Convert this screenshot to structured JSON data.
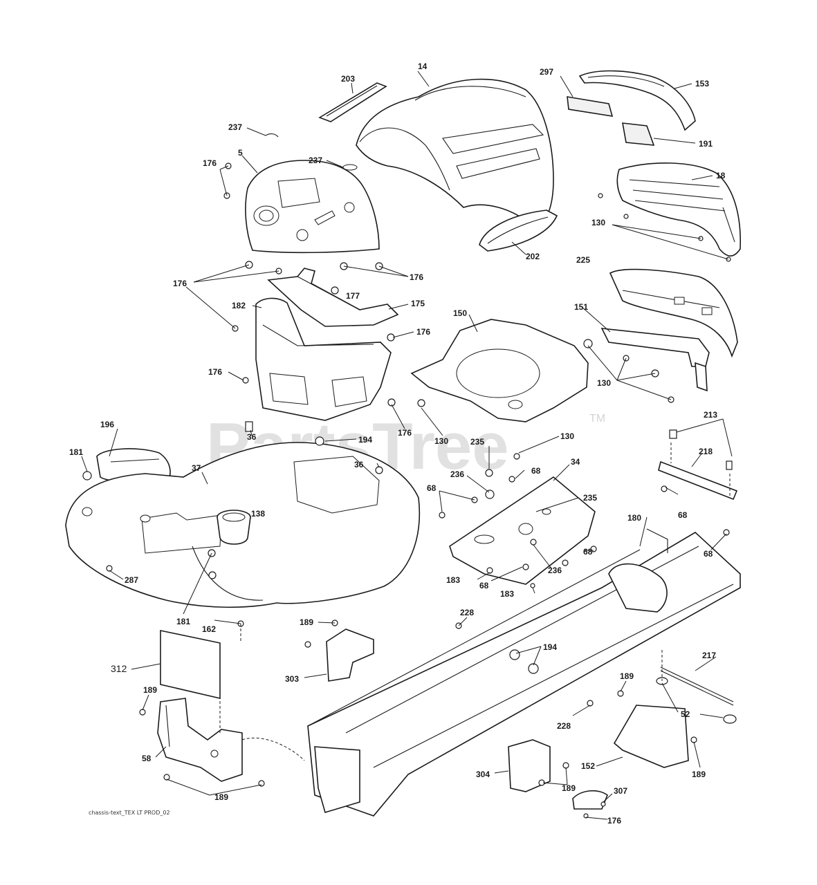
{
  "watermark": {
    "text": "PartsTree",
    "tm": "TM"
  },
  "footer_code": "chassis-text_TEX LT PROD_02",
  "callouts": [
    {
      "id": "c14",
      "text": "14"
    },
    {
      "id": "c203",
      "text": "203"
    },
    {
      "id": "c297",
      "text": "297"
    },
    {
      "id": "c153",
      "text": "153"
    },
    {
      "id": "c237a",
      "text": "237"
    },
    {
      "id": "c191",
      "text": "191"
    },
    {
      "id": "c5",
      "text": "5"
    },
    {
      "id": "c237b",
      "text": "237"
    },
    {
      "id": "c176a",
      "text": "176"
    },
    {
      "id": "c18",
      "text": "18"
    },
    {
      "id": "c130a",
      "text": "130"
    },
    {
      "id": "c202",
      "text": "202"
    },
    {
      "id": "c225",
      "text": "225"
    },
    {
      "id": "c176b",
      "text": "176"
    },
    {
      "id": "c176c",
      "text": "176"
    },
    {
      "id": "c177",
      "text": "177"
    },
    {
      "id": "c175",
      "text": "175"
    },
    {
      "id": "c182",
      "text": "182"
    },
    {
      "id": "c150",
      "text": "150"
    },
    {
      "id": "c151",
      "text": "151"
    },
    {
      "id": "c176d",
      "text": "176"
    },
    {
      "id": "c176e",
      "text": "176"
    },
    {
      "id": "c130b",
      "text": "130"
    },
    {
      "id": "c176f",
      "text": "176"
    },
    {
      "id": "c130c",
      "text": "130"
    },
    {
      "id": "c196",
      "text": "196"
    },
    {
      "id": "c36a",
      "text": "36"
    },
    {
      "id": "c194a",
      "text": "194"
    },
    {
      "id": "c213",
      "text": "213"
    },
    {
      "id": "c130d",
      "text": "130"
    },
    {
      "id": "c181a",
      "text": "181"
    },
    {
      "id": "c37",
      "text": "37"
    },
    {
      "id": "c36b",
      "text": "36"
    },
    {
      "id": "c235a",
      "text": "235"
    },
    {
      "id": "c34",
      "text": "34"
    },
    {
      "id": "c218",
      "text": "218"
    },
    {
      "id": "c236a",
      "text": "236"
    },
    {
      "id": "c68a",
      "text": "68"
    },
    {
      "id": "c68b",
      "text": "68"
    },
    {
      "id": "c235b",
      "text": "235"
    },
    {
      "id": "c138",
      "text": "138"
    },
    {
      "id": "c68c",
      "text": "68"
    },
    {
      "id": "c180",
      "text": "180"
    },
    {
      "id": "c68d",
      "text": "68"
    },
    {
      "id": "c68e",
      "text": "68"
    },
    {
      "id": "c287",
      "text": "287"
    },
    {
      "id": "c183a",
      "text": "183"
    },
    {
      "id": "c236b",
      "text": "236"
    },
    {
      "id": "c68f",
      "text": "68"
    },
    {
      "id": "c183b",
      "text": "183"
    },
    {
      "id": "c181b",
      "text": "181"
    },
    {
      "id": "c162",
      "text": "162"
    },
    {
      "id": "c189a",
      "text": "189"
    },
    {
      "id": "c228a",
      "text": "228"
    },
    {
      "id": "c194b",
      "text": "194"
    },
    {
      "id": "c312",
      "text": "312"
    },
    {
      "id": "c217",
      "text": "217"
    },
    {
      "id": "c303",
      "text": "303"
    },
    {
      "id": "c189b",
      "text": "189"
    },
    {
      "id": "c52",
      "text": "52"
    },
    {
      "id": "c189c",
      "text": "189"
    },
    {
      "id": "c228b",
      "text": "228"
    },
    {
      "id": "c58",
      "text": "58"
    },
    {
      "id": "c152",
      "text": "152"
    },
    {
      "id": "c189d",
      "text": "189"
    },
    {
      "id": "c304",
      "text": "304"
    },
    {
      "id": "c189e",
      "text": "189"
    },
    {
      "id": "c307",
      "text": "307"
    },
    {
      "id": "c189f",
      "text": "189"
    },
    {
      "id": "c176g",
      "text": "176"
    }
  ]
}
